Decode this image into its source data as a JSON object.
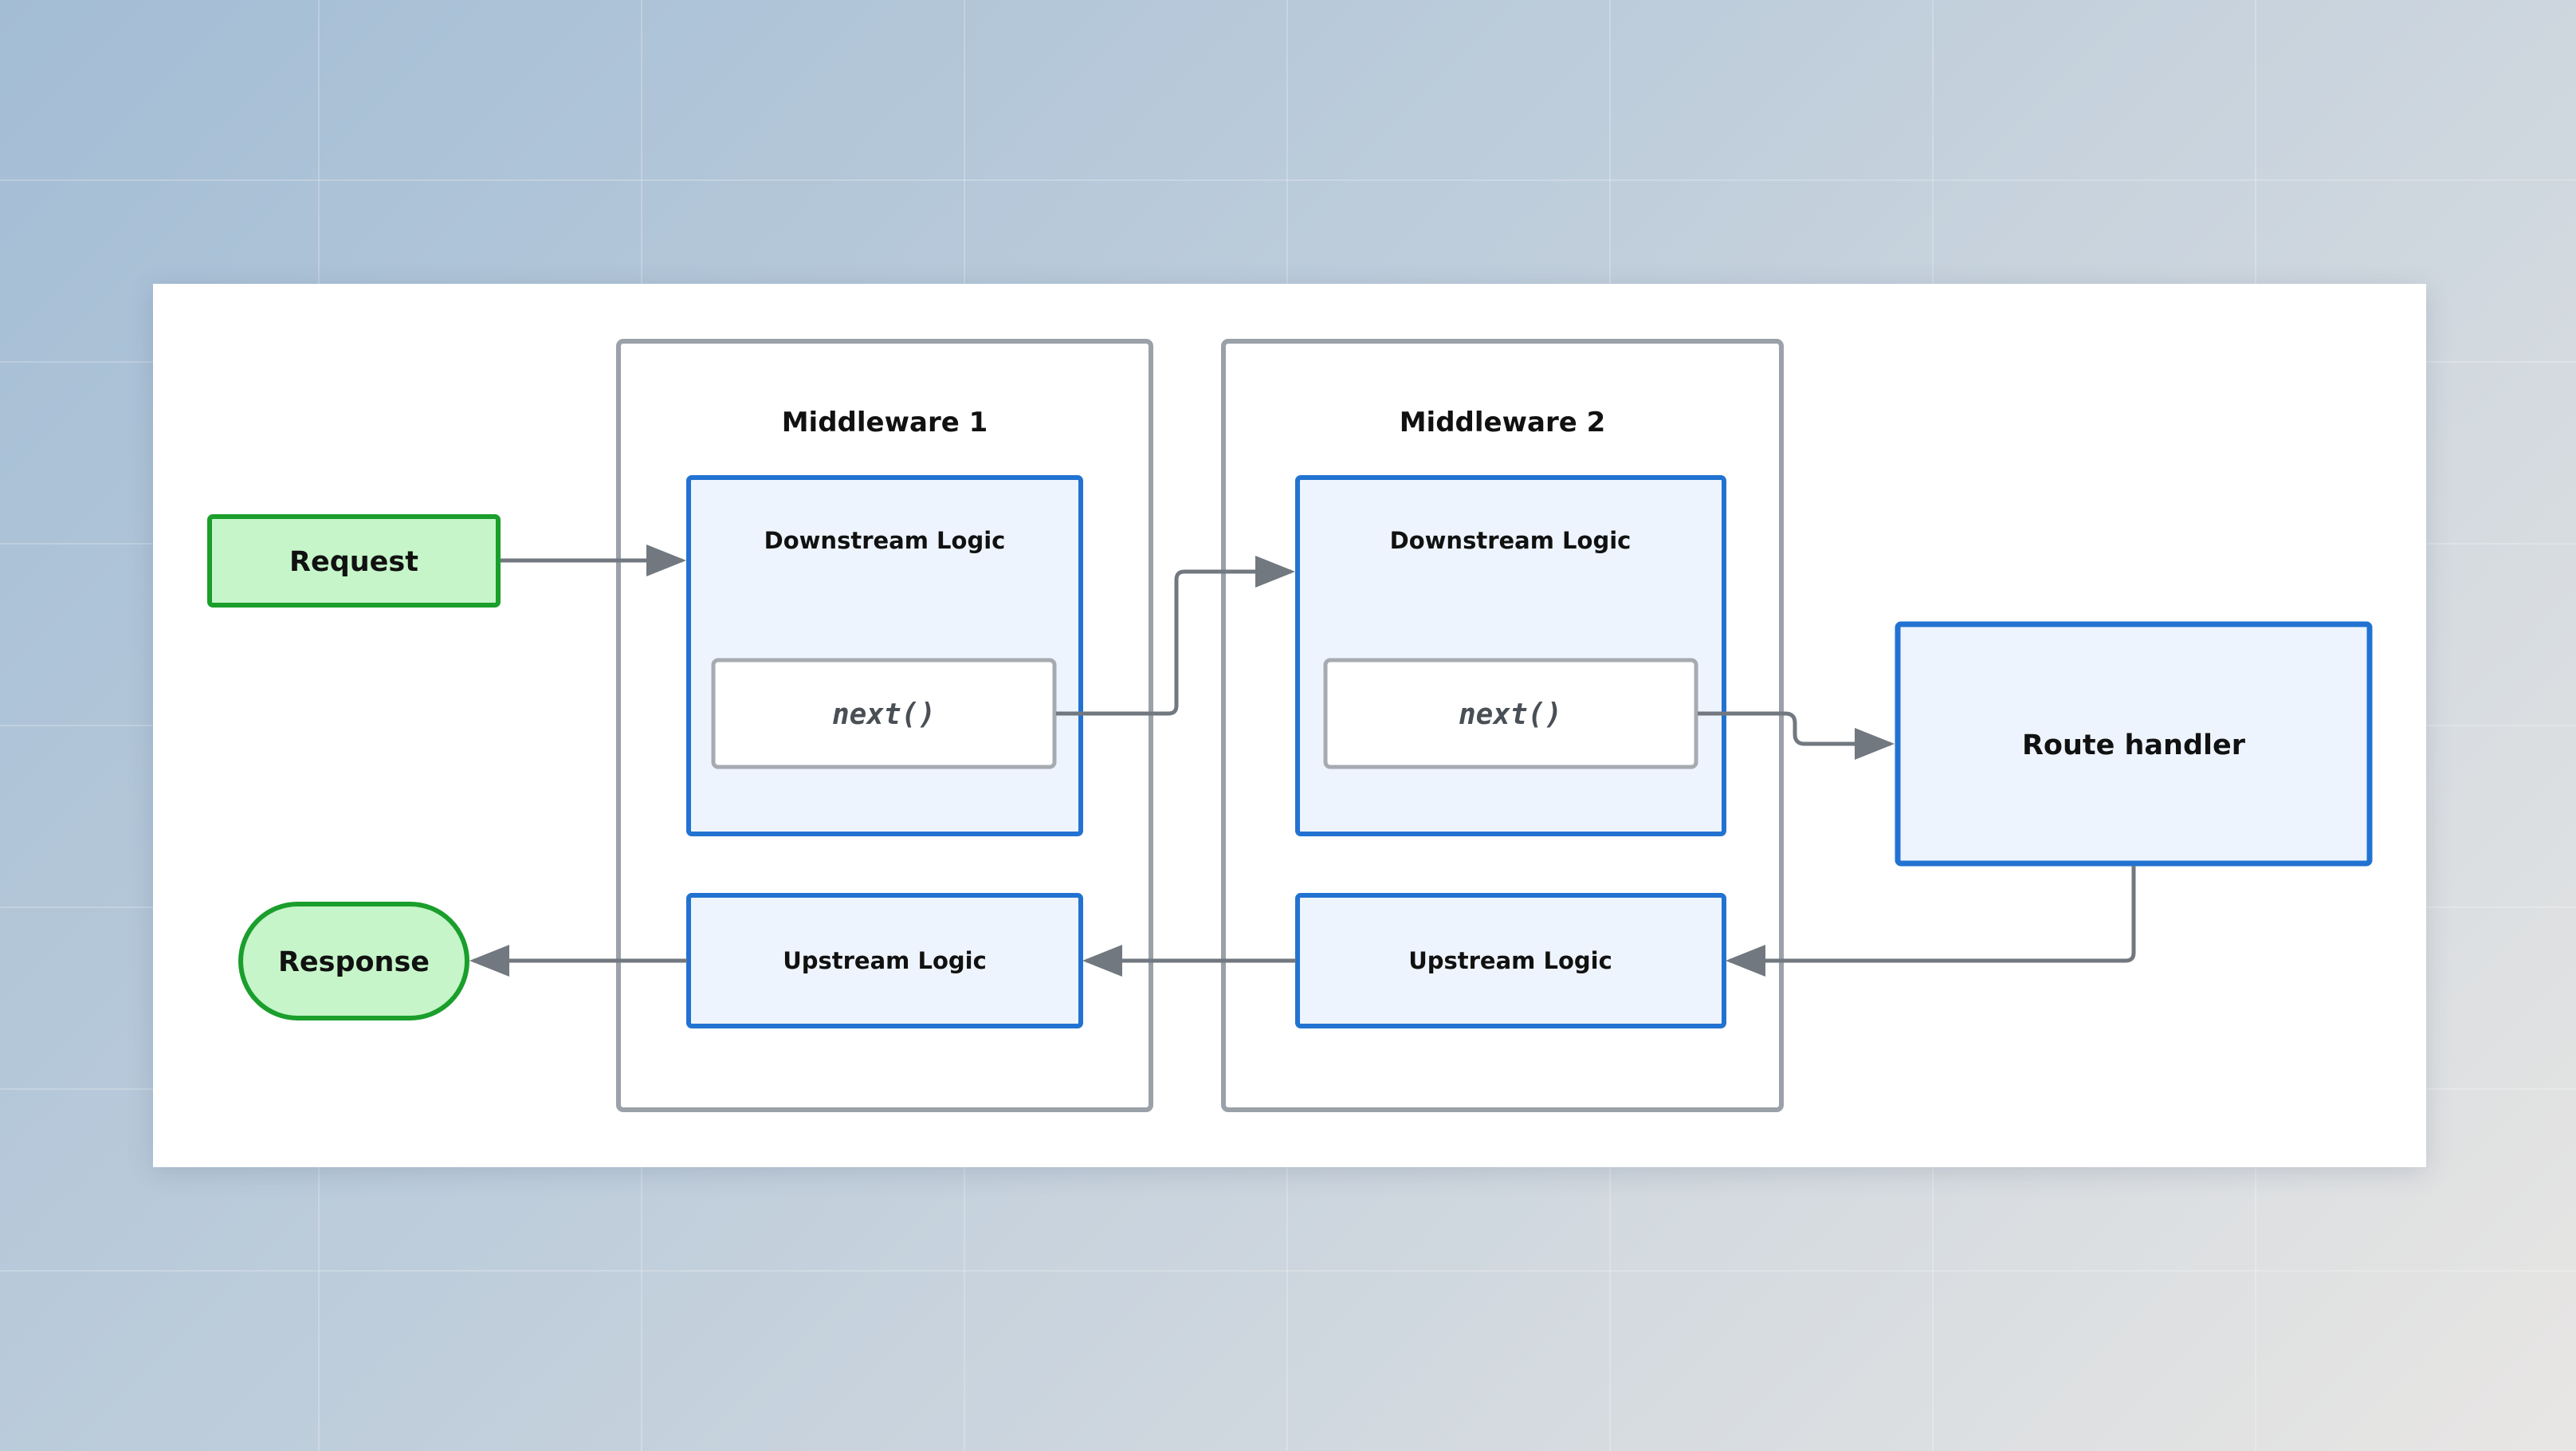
{
  "diagram": {
    "request_label": "Request",
    "response_label": "Response",
    "route_handler_label": "Route handler",
    "middleware": [
      {
        "title": "Middleware 1",
        "downstream_label": "Downstream Logic",
        "next_label": "next()",
        "upstream_label": "Upstream Logic"
      },
      {
        "title": "Middleware 2",
        "downstream_label": "Downstream Logic",
        "next_label": "next()",
        "upstream_label": "Upstream Logic"
      }
    ]
  },
  "colors": {
    "node_green_fill": "#c6f5c9",
    "node_green_stroke": "#1a9e2c",
    "logic_blue_fill": "#eef4fd",
    "logic_blue_stroke": "#2273d1",
    "frame_gray": "#9aa1a8",
    "connector_gray": "#71787f"
  }
}
